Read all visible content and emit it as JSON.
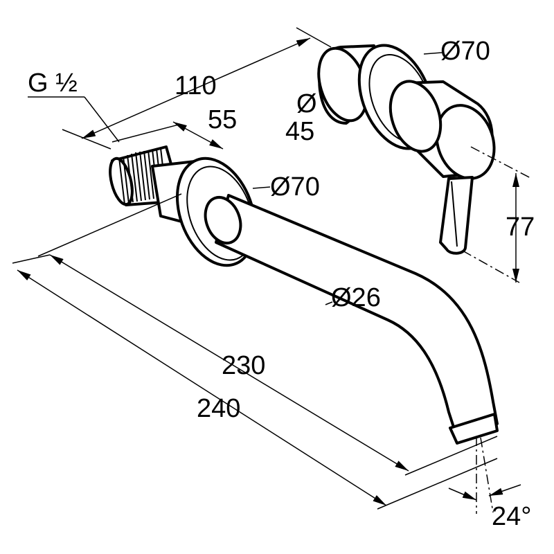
{
  "dimensions": {
    "thread": "G 1/2",
    "thread_display": "G ½",
    "depth_110": "110",
    "depth_55": "55",
    "dia_45_symbol": "Ø",
    "dia_45_value": "45",
    "dia_70_top": "Ø70",
    "dia_70_bottom": "Ø70",
    "dia_26": "Ø26",
    "len_230": "230",
    "len_240": "240",
    "height_77": "77",
    "angle_24": "24°"
  },
  "colors": {
    "line": "#000000",
    "background": "#ffffff"
  }
}
